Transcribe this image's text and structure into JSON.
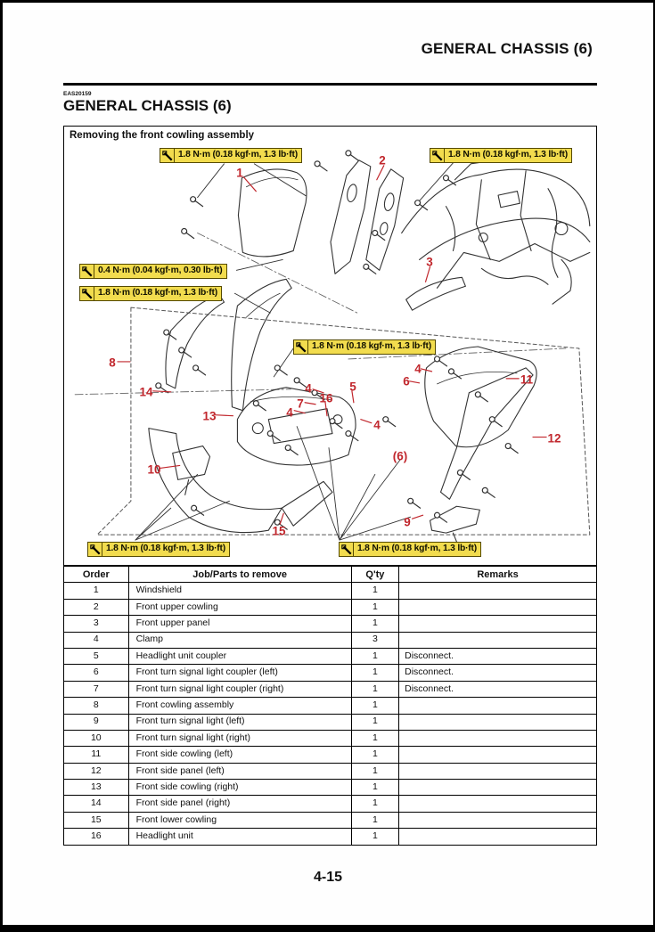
{
  "page": {
    "running_header": "GENERAL CHASSIS (6)",
    "section_code": "EAS20159",
    "section_title": "GENERAL CHASSIS (6)",
    "page_number": "4-15"
  },
  "figure": {
    "caption": "Removing the front cowling assembly",
    "torque_labels": [
      {
        "id": "top-left",
        "text": "1.8 N·m (0.18 kgf·m, 1.3 lb·ft)"
      },
      {
        "id": "top-right",
        "text": "1.8 N·m (0.18 kgf·m, 1.3 lb·ft)"
      },
      {
        "id": "left-upper",
        "text": "0.4 N·m (0.04 kgf·m, 0.30 lb·ft)"
      },
      {
        "id": "left-lower",
        "text": "1.8 N·m (0.18 kgf·m, 1.3 lb·ft)"
      },
      {
        "id": "center",
        "text": "1.8 N·m (0.18 kgf·m, 1.3 lb·ft)"
      },
      {
        "id": "bottom-left",
        "text": "1.8 N·m (0.18 kgf·m, 1.3 lb·ft)"
      },
      {
        "id": "bottom-right",
        "text": "1.8 N·m (0.18 kgf·m, 1.3 lb·ft)"
      }
    ],
    "callouts": [
      {
        "label": "1"
      },
      {
        "label": "2"
      },
      {
        "label": "3"
      },
      {
        "label": "8"
      },
      {
        "label": "14"
      },
      {
        "label": "13"
      },
      {
        "label": "10"
      },
      {
        "label": "4"
      },
      {
        "label": "7"
      },
      {
        "label": "4"
      },
      {
        "label": "16"
      },
      {
        "label": "5"
      },
      {
        "label": "4"
      },
      {
        "label": "4"
      },
      {
        "label": "6"
      },
      {
        "label": "11"
      },
      {
        "label": "(6)"
      },
      {
        "label": "12"
      },
      {
        "label": "9"
      },
      {
        "label": "15"
      }
    ],
    "colors": {
      "callout": "#c1272d",
      "label_bg": "#f2dc4e"
    }
  },
  "table": {
    "headers": [
      "Order",
      "Job/Parts to remove",
      "Q'ty",
      "Remarks"
    ],
    "rows": [
      {
        "order": "1",
        "part": "Windshield",
        "qty": "1",
        "remarks": ""
      },
      {
        "order": "2",
        "part": "Front upper cowling",
        "qty": "1",
        "remarks": ""
      },
      {
        "order": "3",
        "part": "Front upper panel",
        "qty": "1",
        "remarks": ""
      },
      {
        "order": "4",
        "part": "Clamp",
        "qty": "3",
        "remarks": ""
      },
      {
        "order": "5",
        "part": "Headlight unit coupler",
        "qty": "1",
        "remarks": "Disconnect."
      },
      {
        "order": "6",
        "part": "Front turn signal light coupler (left)",
        "qty": "1",
        "remarks": "Disconnect."
      },
      {
        "order": "7",
        "part": "Front turn signal light coupler (right)",
        "qty": "1",
        "remarks": "Disconnect."
      },
      {
        "order": "8",
        "part": "Front cowling assembly",
        "qty": "1",
        "remarks": ""
      },
      {
        "order": "9",
        "part": "Front turn signal light (left)",
        "qty": "1",
        "remarks": ""
      },
      {
        "order": "10",
        "part": "Front turn signal light (right)",
        "qty": "1",
        "remarks": ""
      },
      {
        "order": "11",
        "part": "Front side cowling (left)",
        "qty": "1",
        "remarks": ""
      },
      {
        "order": "12",
        "part": "Front side panel (left)",
        "qty": "1",
        "remarks": ""
      },
      {
        "order": "13",
        "part": "Front side cowling (right)",
        "qty": "1",
        "remarks": ""
      },
      {
        "order": "14",
        "part": "Front side panel (right)",
        "qty": "1",
        "remarks": ""
      },
      {
        "order": "15",
        "part": "Front lower cowling",
        "qty": "1",
        "remarks": ""
      },
      {
        "order": "16",
        "part": "Headlight unit",
        "qty": "1",
        "remarks": ""
      }
    ]
  }
}
